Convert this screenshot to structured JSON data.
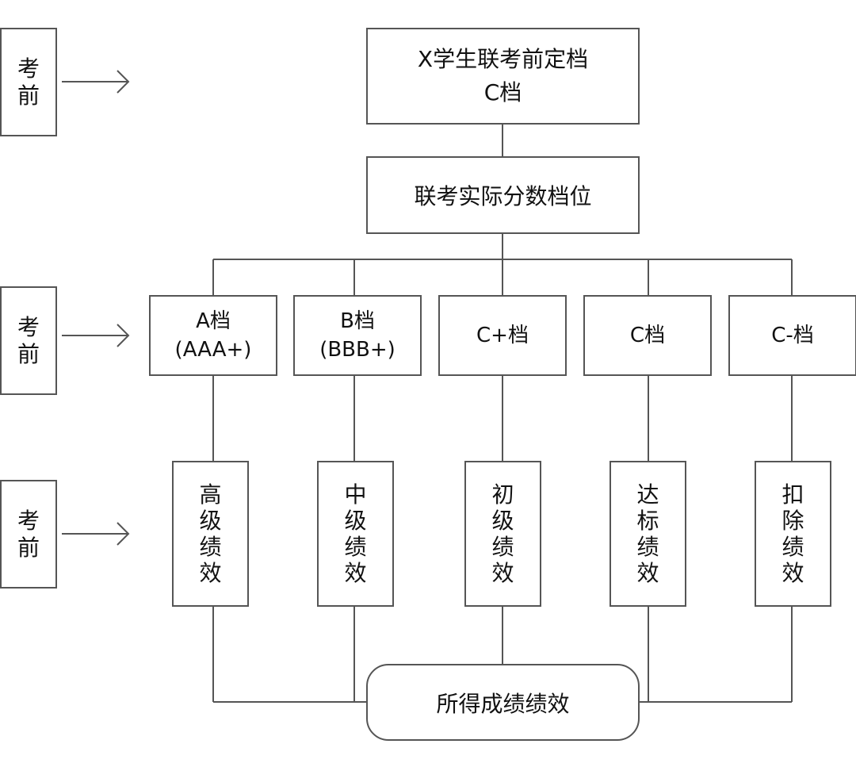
{
  "diagram": {
    "side_labels": [
      {
        "text": "考前",
        "chars": [
          "考",
          "前"
        ]
      },
      {
        "text": "考前",
        "chars": [
          "考",
          "前"
        ]
      },
      {
        "text": "考前",
        "chars": [
          "考",
          "前"
        ]
      }
    ],
    "pre_exam_box": {
      "line1": "X学生联考前定档",
      "line2": "C档"
    },
    "actual_score_box": {
      "label": "联考实际分数档位"
    },
    "grades": [
      {
        "line1": "A档",
        "line2": "(AAA+)"
      },
      {
        "line1": "B档",
        "line2": "(BBB+)"
      },
      {
        "line1": "C+档",
        "line2": ""
      },
      {
        "line1": "C档",
        "line2": ""
      },
      {
        "line1": "C-档",
        "line2": ""
      }
    ],
    "performances": [
      {
        "text": "高级绩效",
        "chars": [
          "高",
          "级",
          "绩",
          "效"
        ]
      },
      {
        "text": "中级绩效",
        "chars": [
          "中",
          "级",
          "绩",
          "效"
        ]
      },
      {
        "text": "初级绩效",
        "chars": [
          "初",
          "级",
          "绩",
          "效"
        ]
      },
      {
        "text": "达标绩效",
        "chars": [
          "达",
          "标",
          "绩",
          "效"
        ]
      },
      {
        "text": "扣除绩效",
        "chars": [
          "扣",
          "除",
          "绩",
          "效"
        ]
      }
    ],
    "result_box": {
      "label": "所得成绩绩效"
    },
    "colors": {
      "line": "#555555",
      "text": "#111111",
      "background": "#ffffff"
    }
  }
}
